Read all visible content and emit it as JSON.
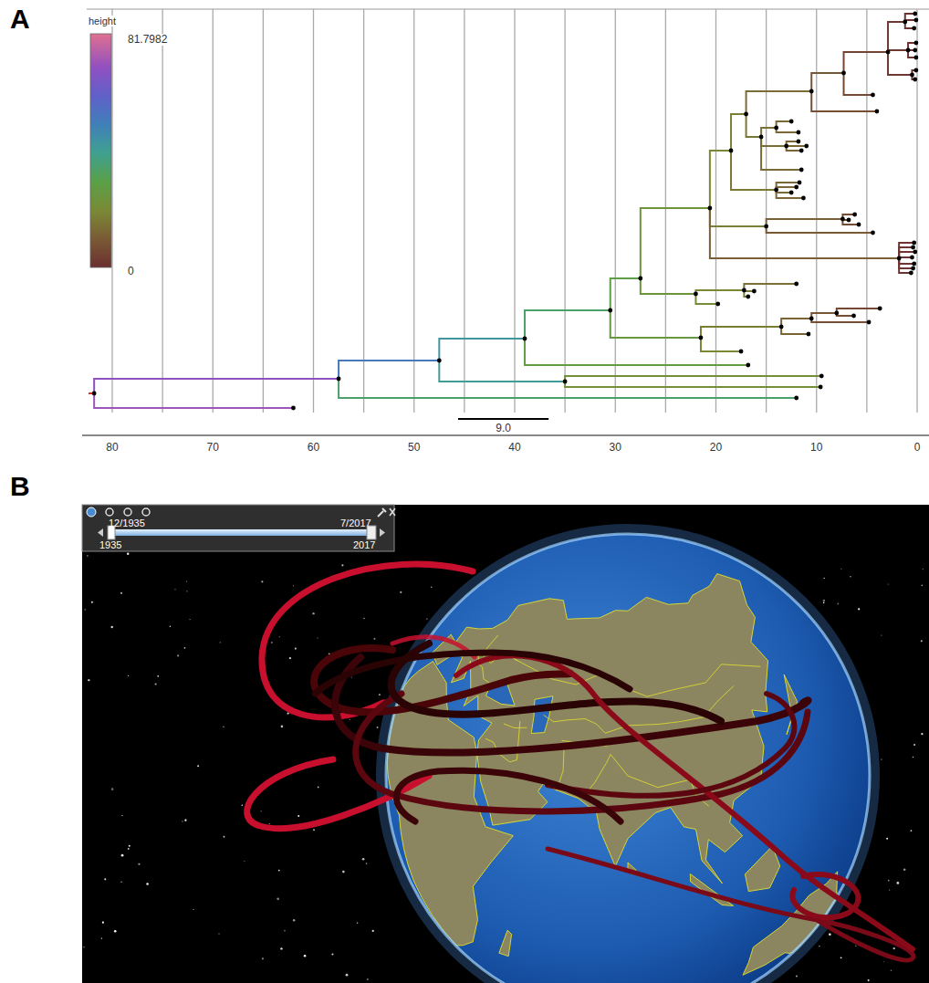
{
  "diagram": {
    "labels": [
      "A",
      "height",
      "81.7982",
      "0",
      "9.0",
      "80",
      "70",
      "60",
      "50",
      "40",
      "30",
      "20",
      "10",
      "0",
      "B",
      "12/1935",
      "7/2017",
      "1935",
      "2017"
    ]
  }
}
